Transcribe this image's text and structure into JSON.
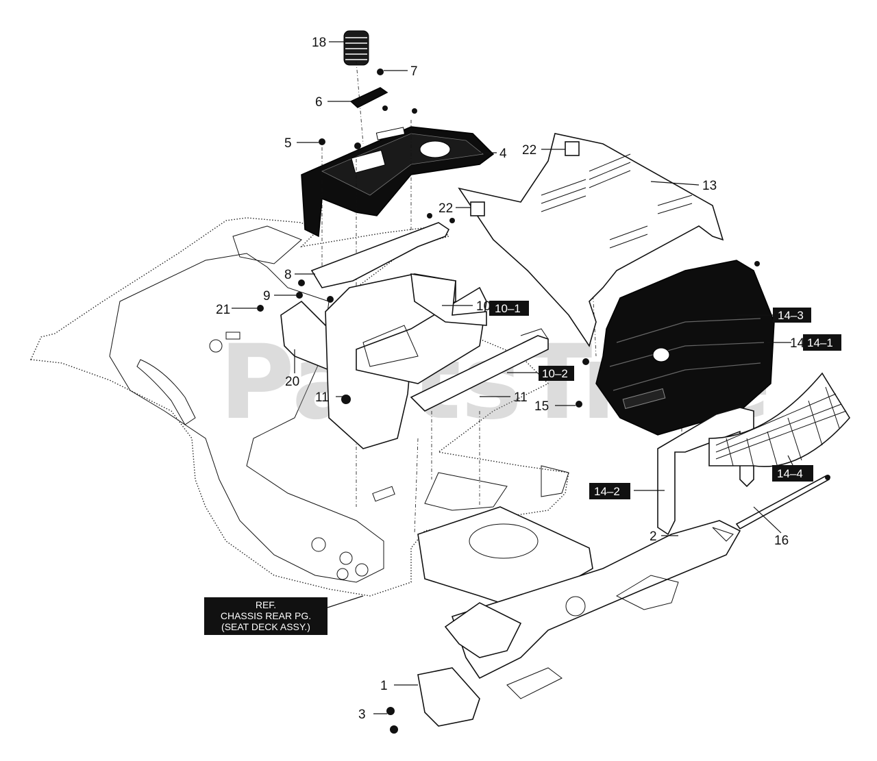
{
  "callouts": {
    "c1": "1",
    "c2": "2",
    "c3": "3",
    "c4": "4",
    "c5": "5",
    "c6": "6",
    "c7": "7",
    "c8": "8",
    "c9": "9",
    "c10": "10",
    "c11a": "11",
    "c11b": "11",
    "c13": "13",
    "c14": "14",
    "c15": "15",
    "c16": "16",
    "c18": "18",
    "c20": "20",
    "c21": "21",
    "c22a": "22",
    "c22b": "22"
  },
  "boxed_callouts": {
    "b10_1": "10–1",
    "b10_2": "10–2",
    "b14_1": "14–1",
    "b14_2": "14–2",
    "b14_3": "14–3",
    "b14_4": "14–4"
  },
  "reference_box": {
    "line1": "REF.",
    "line2": "CHASSIS REAR PG.",
    "line3": "(SEAT DECK ASSY.)"
  },
  "watermark": "PartsTree"
}
